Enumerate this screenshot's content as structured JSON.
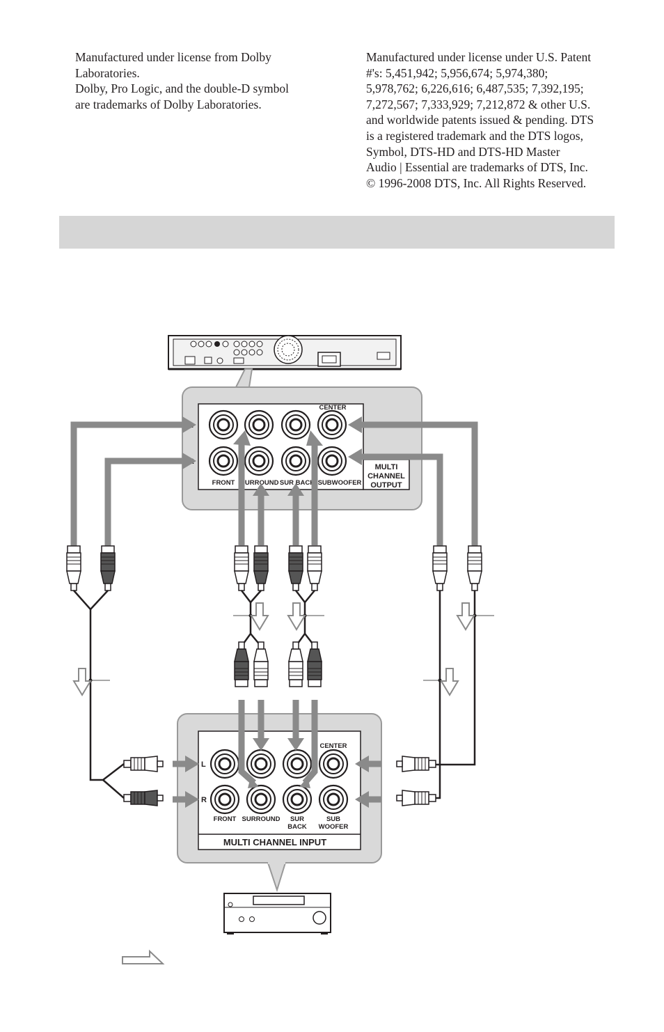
{
  "left_column": {
    "lines": [
      "Manufactured under license from Dolby",
      "Laboratories.",
      "Dolby, Pro Logic, and the double-D symbol",
      "are trademarks of Dolby Laboratories."
    ]
  },
  "right_column": {
    "lines": [
      "Manufactured under license under U.S. Patent",
      "#'s: 5,451,942; 5,956,674; 5,974,380;",
      "5,978,762; 6,226,616; 6,487,535; 7,392,195;",
      "7,272,567; 7,333,929; 7,212,872 & other U.S.",
      "and worldwide patents issued & pending. DTS",
      "is a registered trademark and the DTS logos,",
      "Symbol, DTS-HD and DTS-HD Master",
      "Audio | Essential are trademarks of DTS, Inc.",
      "© 1996-2008 DTS, Inc. All Rights Reserved."
    ]
  },
  "output_panel": {
    "channel_l": "L",
    "channel_r": "R",
    "center": "CENTER",
    "front": "FRONT",
    "surround": "SURROUND",
    "sur_back": "SUR BACK",
    "subwoofer": "SUBWOOFER",
    "title_line1": "MULTI",
    "title_line2": "CHANNEL",
    "title_line3": "OUTPUT"
  },
  "input_panel": {
    "channel_l": "L",
    "channel_r": "R",
    "center": "CENTER",
    "front": "FRONT",
    "surround": "SURROUND",
    "sur_back_line1": "SUR",
    "sur_back_line2": "BACK",
    "sub_woofer_line1": "SUB",
    "sub_woofer_line2": "WOOFER",
    "title": "MULTI CHANNEL INPUT"
  },
  "colors": {
    "arrow": "#8a8a8a",
    "panel": "#d9d9d9",
    "banner": "#d6d6d6"
  }
}
